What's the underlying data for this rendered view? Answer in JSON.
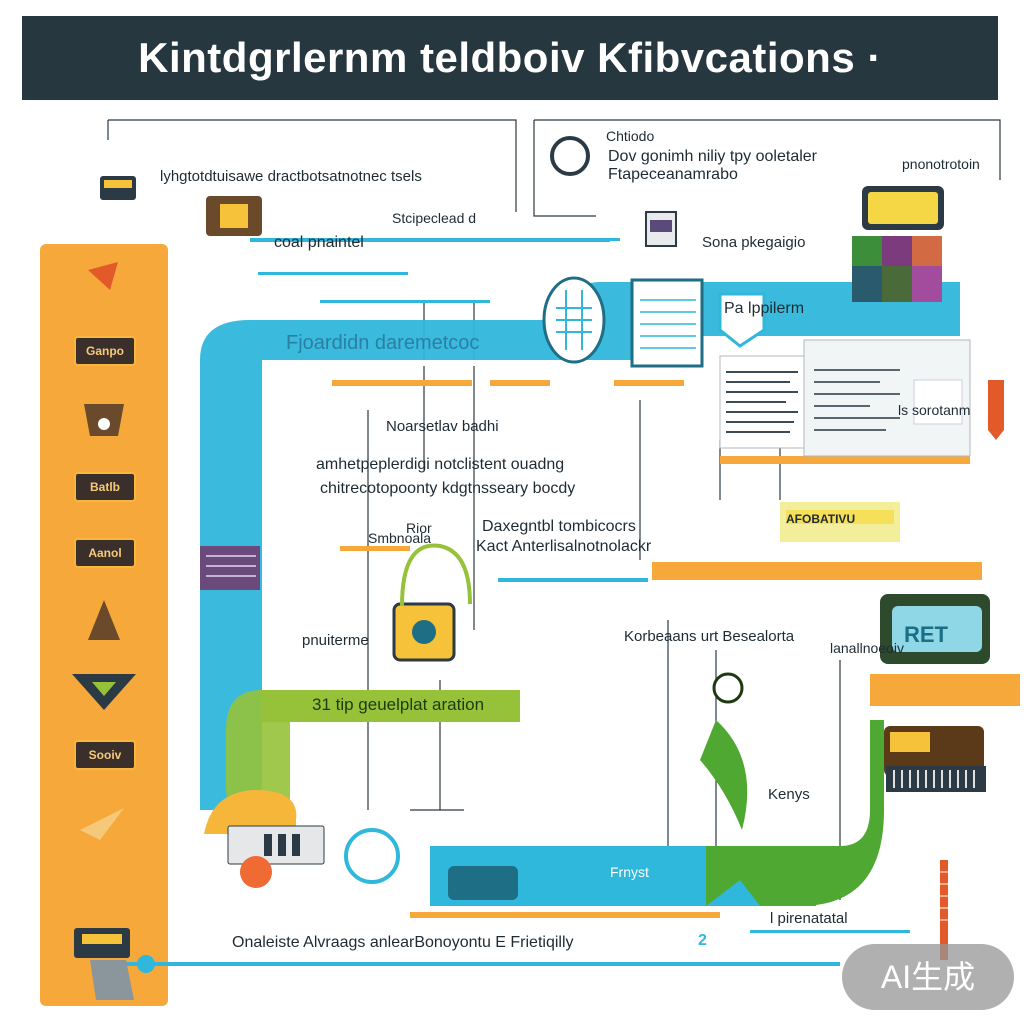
{
  "header": {
    "title": "Kintdgrlernm teldboiv Kfibvcations ·"
  },
  "labels": {
    "top_left": "lyhgtotdtuisawe dractbotsatnotnec tsels",
    "top_mid_1": "Chtiodo",
    "top_mid_2": "Dov gonimh niliy tpy ooletaler",
    "top_mid_3": "Ftapeceanamrabo",
    "top_right": "pnonotrotoin",
    "cool": "coal pnaintel",
    "sticker": "Stcipeclead d",
    "shop": "Sona pkegaigio",
    "bar_text": "Fjoardidn daremetcoc",
    "p_label": "Pa  lppilerm",
    "nokr": "Noarsetlav badhi",
    "para_1": "amhetpeplerdigi notclistent ouadng",
    "para_2": "chitrecotopoonty kdgtnsseary bocdy",
    "star": "Rior",
    "star_2": "Smbnoala",
    "bavg_1": "Daxegntbl tombicocrs",
    "bavg_2": "Kact Anterlisalnotnolackr",
    "small_right": "ls sorotanm",
    "ribbon": "AFOBATIVU",
    "pnuriter": "pnuiterme",
    "korb": "Korbeaans urt Besealorta",
    "green_bar": "31 tip geuelplat aration",
    "kenys": "Kenys",
    "pipe": "l pirenatatal",
    "bottom": "Onaleiste Alvraags anlearBonoyontu E Frietiqilly",
    "bottom_num": "2",
    "reta": "RET",
    "ledger_text": "lanallnoeoiv",
    "foot_icon": "Frnyst"
  },
  "left_column": {
    "badges": [
      "Ganpo",
      "Batlb",
      "Aanol",
      "Sooiv"
    ]
  },
  "watermark": "AI生成",
  "colors": {
    "title_bg": "#27373f",
    "cyan": "#2fb7dc",
    "orange": "#f6a83a",
    "yellow_green": "#96c23a",
    "green": "#4fa831",
    "dark": "#27373f"
  }
}
